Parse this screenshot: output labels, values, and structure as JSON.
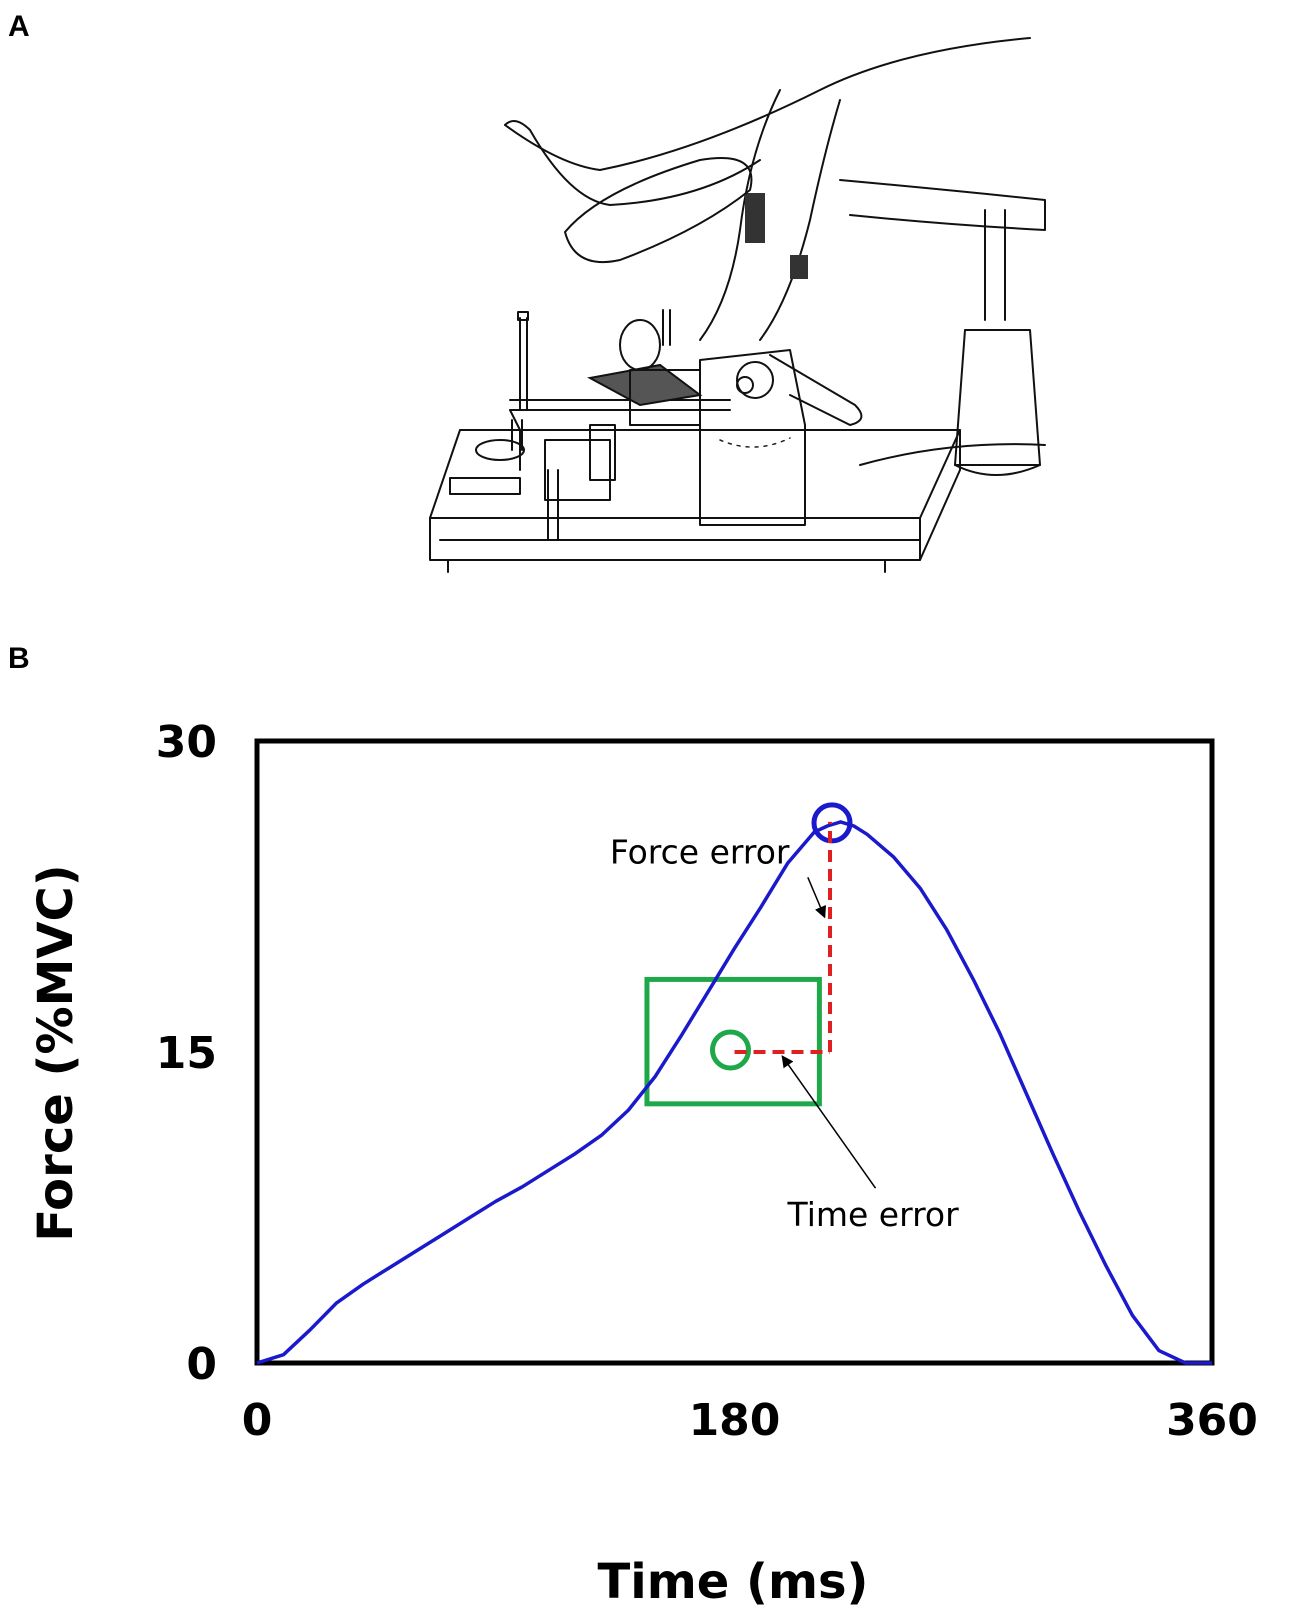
{
  "figure": {
    "panel_a_label": "A",
    "panel_b_label": "B"
  },
  "colors": {
    "force_trace": "#1a1acc",
    "peak_marker": "#1a1acc",
    "target_box": "#1fa84a",
    "target_marker": "#1fa84a",
    "error_lines": "#e02020",
    "frame": "#000000"
  },
  "chart_data": {
    "type": "line",
    "title": "",
    "xlabel": "Time (ms)",
    "ylabel": "Force (%MVC)",
    "xlim": [
      0,
      360
    ],
    "ylim": [
      0,
      30
    ],
    "x_ticks": [
      {
        "value": 0,
        "label": "0"
      },
      {
        "value": 180,
        "label": "180"
      },
      {
        "value": 360,
        "label": "360"
      }
    ],
    "y_ticks": [
      {
        "value": 0,
        "label": "0"
      },
      {
        "value": 15,
        "label": "15"
      },
      {
        "value": 30,
        "label": "30"
      }
    ],
    "grid": false,
    "series": [
      {
        "x": [
          0,
          10,
          20,
          30,
          40,
          50,
          60,
          70,
          80,
          90,
          100,
          110,
          120,
          130,
          140,
          150,
          160,
          170,
          180,
          190,
          200,
          210,
          215,
          220,
          225,
          230,
          240,
          250,
          260,
          270,
          280,
          290,
          300,
          310,
          320,
          330,
          340,
          350,
          360
        ],
        "y": [
          0,
          0.4,
          1.6,
          2.9,
          3.8,
          4.6,
          5.4,
          6.2,
          7.0,
          7.8,
          8.5,
          9.3,
          10.1,
          11.0,
          12.2,
          13.8,
          15.8,
          17.9,
          20.0,
          22.0,
          24.1,
          25.6,
          25.9,
          26.1,
          25.9,
          25.5,
          24.4,
          22.9,
          20.9,
          18.5,
          15.9,
          13.0,
          10.1,
          7.3,
          4.7,
          2.3,
          0.6,
          0,
          0
        ]
      }
    ],
    "peak_marker": {
      "x": 216,
      "y": 26.1
    },
    "target": {
      "x": 180,
      "y": 15,
      "window_x": [
        147,
        212
      ],
      "window_y": [
        12.5,
        18.5
      ]
    },
    "error_lines": [
      {
        "from": [
          180,
          15
        ],
        "to": [
          216,
          15
        ]
      },
      {
        "from": [
          216,
          15
        ],
        "to": [
          216,
          26.1
        ]
      }
    ],
    "annotations": [
      {
        "text": "Force error",
        "text_x": 133,
        "text_y": 24.1,
        "arrow_to": [
          214,
          21.5
        ]
      },
      {
        "text": "Time error",
        "text_x": 200,
        "text_y": 6.6,
        "arrow_to": [
          198,
          14.8
        ]
      }
    ]
  }
}
